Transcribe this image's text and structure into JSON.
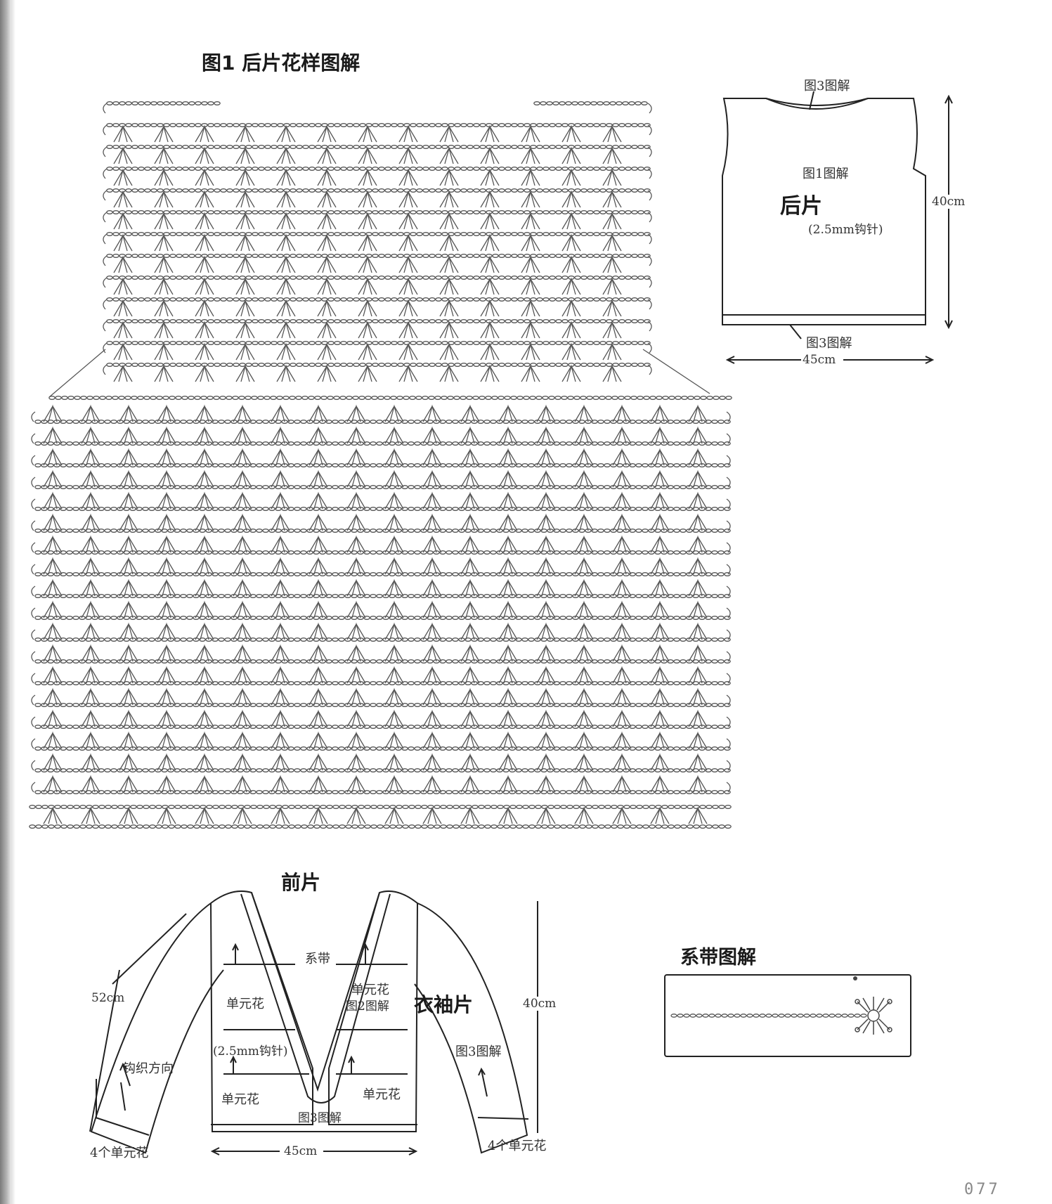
{
  "figure1": {
    "title": "图1  后片花样图解"
  },
  "back_piece": {
    "title": "后片",
    "neck_label": "图3图解",
    "center_label": "图1图解",
    "hook_label": "(2.5mm钩针)",
    "hem_label": "图3图解",
    "width_label": "45cm",
    "height_label": "40cm"
  },
  "front_piece": {
    "title": "前片",
    "sleeve_title": "衣袖片",
    "tie_label": "系带",
    "motif_left_top": "单元花",
    "motif_right_top": "单元花",
    "motif_right_top_ref": "图2图解",
    "hook_label": "(2.5mm钩针)",
    "motif_left_bottom": "单元花",
    "motif_right_bottom": "单元花",
    "bottom_ref": "图3图解",
    "sleeve_ref": "图3图解",
    "direction_label": "钩织方向",
    "sleeve_length": "52cm",
    "height_label": "40cm",
    "width_label": "45cm",
    "cuff_left": "4个单元花",
    "cuff_right": "4个单元花"
  },
  "tie_diagram": {
    "title": "系带图解"
  },
  "page_number": "077"
}
